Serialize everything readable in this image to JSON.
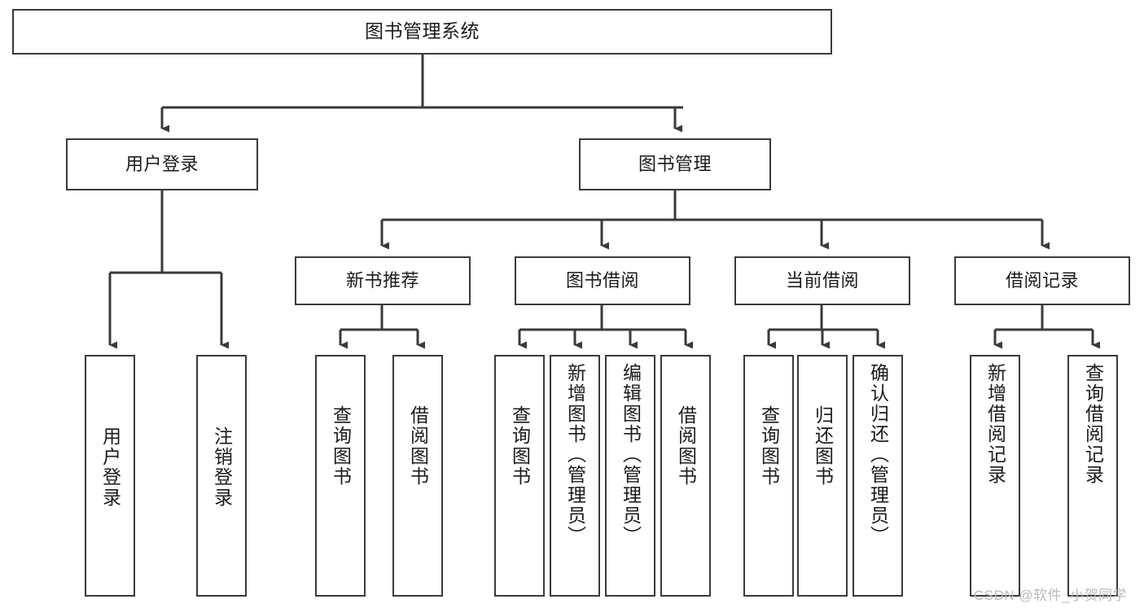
{
  "diagram": {
    "title": "图书管理系统",
    "watermark": "CSDN @软件_小贺同学",
    "accent_color": "#3a3a3a",
    "background_color": "#ffffff",
    "text_color": "#1b1b1b",
    "levels": {
      "root": "图书管理系统",
      "level2": [
        "用户登录",
        "图书管理"
      ],
      "level3": [
        "新书推荐",
        "图书借阅",
        "当前借阅",
        "借阅记录"
      ]
    },
    "nodes": {
      "root": "图书管理系统",
      "user_login": "用户登录",
      "book_manage": "图书管理",
      "new_book_rec": "新书推荐",
      "book_borrow": "图书借阅",
      "current_borrow": "当前借阅",
      "borrow_record": "借阅记录",
      "leaf_user_login": "用户登录",
      "leaf_logout_login": "注销登录",
      "leaf_query_book_1": "查询图书",
      "leaf_borrow_book_1": "借阅图书",
      "leaf_query_book_2": "查询图书",
      "leaf_add_book_admin": "新增图书（管理员）",
      "leaf_edit_book_admin": "编辑图书（管理员）",
      "leaf_borrow_book_2": "借阅图书",
      "leaf_query_book_3": "查询图书",
      "leaf_return_book": "归还图书",
      "leaf_confirm_return_admin": "确认归还（管理员）",
      "leaf_add_borrow_record": "新增借阅记录",
      "leaf_query_borrow_record": "查询借阅记录"
    },
    "edges": [
      {
        "from": "root",
        "to": "user_login"
      },
      {
        "from": "root",
        "to": "book_manage"
      },
      {
        "from": "user_login",
        "to": "leaf_user_login"
      },
      {
        "from": "user_login",
        "to": "leaf_logout_login"
      },
      {
        "from": "book_manage",
        "to": "new_book_rec"
      },
      {
        "from": "book_manage",
        "to": "book_borrow"
      },
      {
        "from": "book_manage",
        "to": "current_borrow"
      },
      {
        "from": "book_manage",
        "to": "borrow_record"
      },
      {
        "from": "new_book_rec",
        "to": "leaf_query_book_1"
      },
      {
        "from": "new_book_rec",
        "to": "leaf_borrow_book_1"
      },
      {
        "from": "book_borrow",
        "to": "leaf_query_book_2"
      },
      {
        "from": "book_borrow",
        "to": "leaf_add_book_admin"
      },
      {
        "from": "book_borrow",
        "to": "leaf_edit_book_admin"
      },
      {
        "from": "book_borrow",
        "to": "leaf_borrow_book_2"
      },
      {
        "from": "current_borrow",
        "to": "leaf_query_book_3"
      },
      {
        "from": "current_borrow",
        "to": "leaf_return_book"
      },
      {
        "from": "current_borrow",
        "to": "leaf_confirm_return_admin"
      },
      {
        "from": "borrow_record",
        "to": "leaf_add_borrow_record"
      },
      {
        "from": "borrow_record",
        "to": "leaf_query_borrow_record"
      }
    ]
  }
}
